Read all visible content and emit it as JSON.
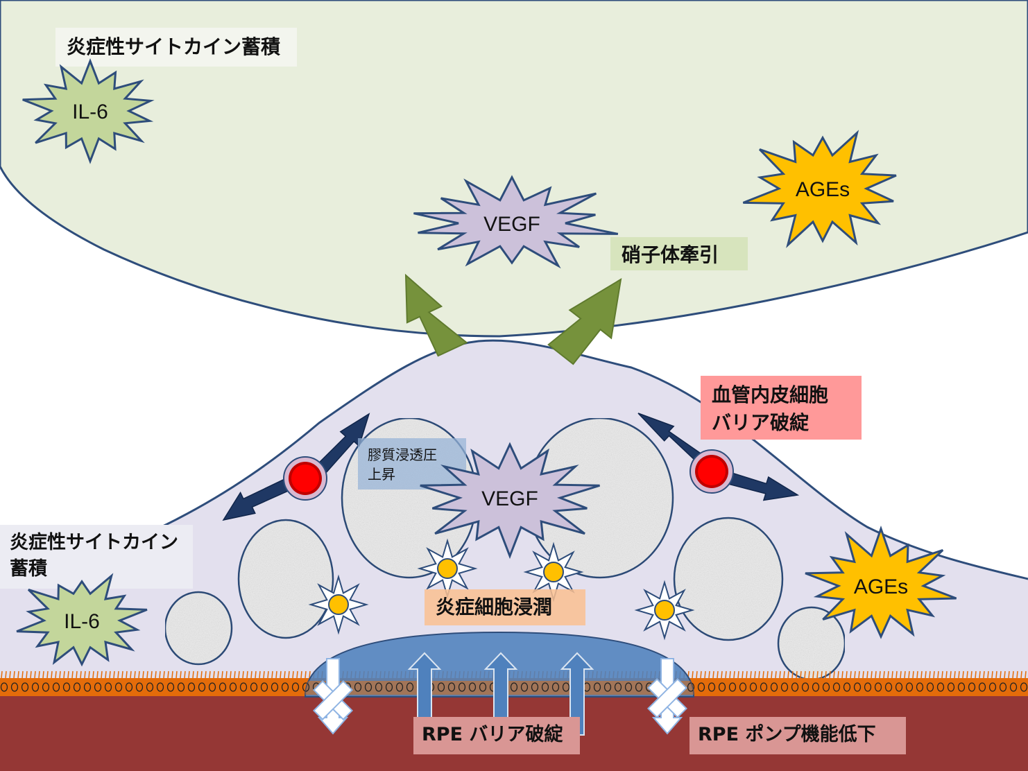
{
  "labels": {
    "top_cytokine": "炎症性サイトカイン蓄積",
    "left_cytokine_line1": "炎症性サイトカイン",
    "left_cytokine_line2": "蓄積",
    "vitreous_traction": "硝子体牽引",
    "endothelial_line1": "血管内皮細胞",
    "endothelial_line2": "バリア破綻",
    "colloid_line1": "膠質浸透圧",
    "colloid_line2": "上昇",
    "inflammatory_cells": "炎症細胞浸潤",
    "rpe_barrier": "RPE バリア破綻",
    "rpe_pump": "RPE ポンプ機能低下"
  },
  "stars": {
    "il6_top": "IL-6",
    "il6_left": "IL-6",
    "vegf_top": "VEGF",
    "vegf_center": "VEGF",
    "ages_top": "AGEs",
    "ages_right": "AGEs"
  },
  "colors": {
    "vitreous": "#e8eedc",
    "retina": "#e3e0ee",
    "outline": "#2e4d7b",
    "cyst": "#ececec",
    "green_arrow": "#76923c",
    "navy_arrow": "#1f3864",
    "vessel_red": "#ff0000",
    "fluid_blue": "#4f81bd",
    "rpe_orange": "#e46c0a",
    "choroid": "#953735",
    "il6_fill": "#c3d69b",
    "vegf_fill": "#ccc1da",
    "ages_fill": "#ffc000",
    "traction_box": "#d7e4bd",
    "endothelial_box": "#ff9999",
    "colloid_box": "#95b3d7",
    "inflammatory_box": "#fac090",
    "rpe_box": "#d99694"
  }
}
